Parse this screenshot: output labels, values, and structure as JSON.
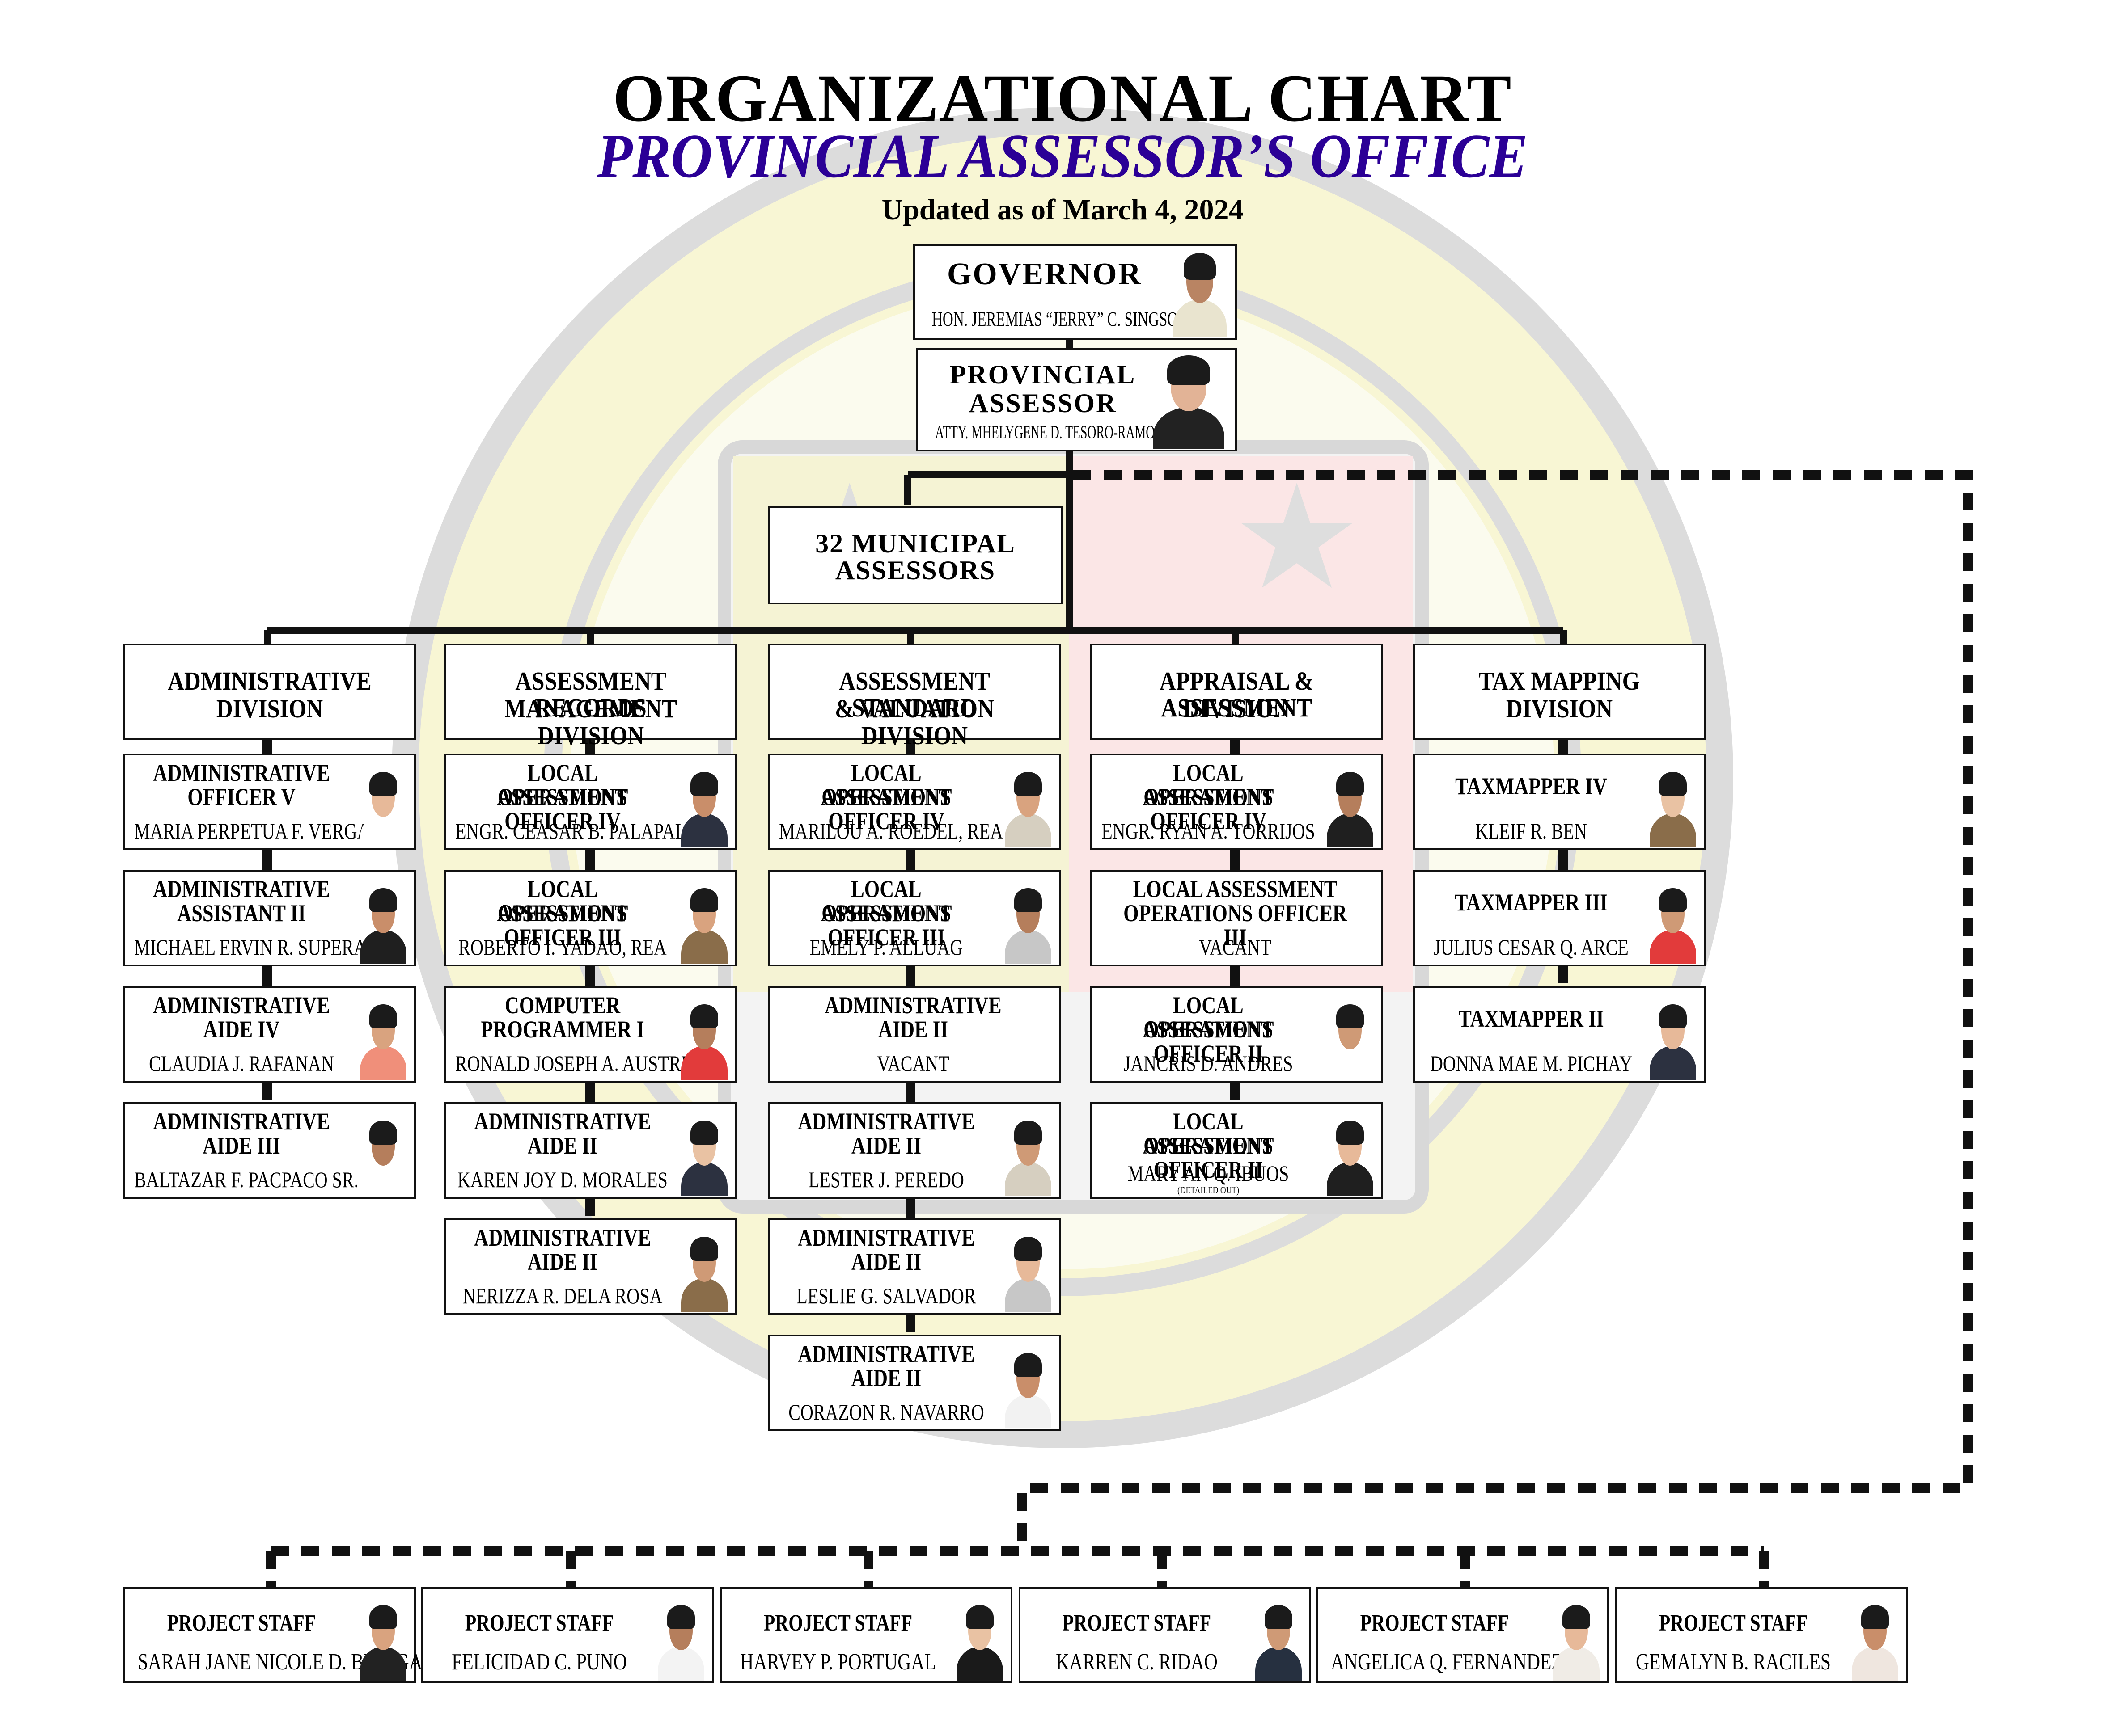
{
  "header": {
    "title": "ORGANIZATIONAL CHART",
    "subtitle": "PROVINCIAL ASSESSOR’S OFFICE",
    "updated": "Updated as of March 4, 2024"
  },
  "colors": {
    "subtitle": "#2b0096",
    "seal_yellow": "#f4f2c8",
    "seal_gray": "#d9d9d9"
  },
  "governor": {
    "title": "GOVERNOR",
    "name": "HON. JEREMIAS “JERRY” C. SINGSON"
  },
  "assessor": {
    "title_line1": "PROVINCIAL",
    "title_line2": "ASSESSOR",
    "name": "ATTY. MHELYGENE D. TESORO-RAMOS, REA"
  },
  "municipal": {
    "line1": "32 MUNICIPAL",
    "line2": "ASSESSORS"
  },
  "divisions": [
    {
      "line1": "ADMINISTRATIVE",
      "line2": "DIVISION",
      "staff": [
        {
          "t1": "ADMINISTRATIVE",
          "t2": "OFFICER V",
          "name": "MARIA PERPETUA F. VERGARA",
          "photo": true
        },
        {
          "t1": "ADMINISTRATIVE",
          "t2": "ASSISTANT II",
          "name": "MICHAEL ERVIN R. SUPERABLE",
          "photo": true
        },
        {
          "t1": "ADMINISTRATIVE",
          "t2": "AIDE IV",
          "name": "CLAUDIA J. RAFANAN",
          "photo": true
        },
        {
          "t1": "ADMINISTRATIVE",
          "t2": "AIDE III",
          "name": "BALTAZAR F. PACPACO SR.",
          "photo": true
        }
      ]
    },
    {
      "line1": "ASSESSMENT RECORDS",
      "line2": "MANAGEMENT DIVISION",
      "staff": [
        {
          "t1": "LOCAL ASSESSMENT",
          "t2": "OPERATIONS OFFICER IV",
          "name": "ENGR. CEASAR B. PALAPALA",
          "photo": true
        },
        {
          "t1": "LOCAL ASSESSMENT",
          "t2": "OPERATIONS OFFICER III",
          "name": "ROBERTO I. YADAO, REA",
          "photo": true
        },
        {
          "t1": "COMPUTER",
          "t2": "PROGRAMMER I",
          "name": "RONALD JOSEPH A. AUSTRIA",
          "photo": true
        },
        {
          "t1": "ADMINISTRATIVE",
          "t2": "AIDE II",
          "name": "KAREN JOY D. MORALES",
          "photo": true
        },
        {
          "t1": "ADMINISTRATIVE",
          "t2": "AIDE II",
          "name": "NERIZZA R. DELA ROSA",
          "photo": true
        }
      ]
    },
    {
      "line1": "ASSESSMENT STANDARD",
      "line2": "& VALUATION DIVISION",
      "staff": [
        {
          "t1": "LOCAL ASSESSMENT",
          "t2": "OPERATIONS OFFICER IV",
          "name": "MARILOU A. ROEDEL, REA",
          "photo": true
        },
        {
          "t1": "LOCAL ASSESSMENT",
          "t2": "OPERATIONS OFFICER III",
          "name": "EMELY P. ALLUAG",
          "photo": true
        },
        {
          "t1": "ADMINISTRATIVE",
          "t2": "AIDE II",
          "name": "VACANT",
          "photo": false
        },
        {
          "t1": "ADMINISTRATIVE",
          "t2": "AIDE II",
          "name": "LESTER J. PEREDO",
          "photo": true
        },
        {
          "t1": "ADMINISTRATIVE",
          "t2": "AIDE II",
          "name": "LESLIE G. SALVADOR",
          "photo": true
        },
        {
          "t1": "ADMINISTRATIVE",
          "t2": "AIDE II",
          "name": "CORAZON R. NAVARRO",
          "photo": true
        }
      ]
    },
    {
      "line1": "APPRAISAL & ASSESSMENT",
      "line2": "DIVISION",
      "staff": [
        {
          "t1": "LOCAL ASSESSMENT",
          "t2": "OPERATIONS OFFICER IV",
          "name": "ENGR. RYAN A. TORRIJOS",
          "photo": true
        },
        {
          "t1": "LOCAL ASSESSMENT",
          "t2": "OPERATIONS OFFICER III",
          "name": "VACANT",
          "photo": false
        },
        {
          "t1": "LOCAL ASSESSMENT",
          "t2": "OPERATIONS OFFICER II",
          "name": "JANCRIS D. ANDRES",
          "photo": true
        },
        {
          "t1": "LOCAL ASSESSMENT",
          "t2": "OPERATIONS OFFICER II",
          "name": "MARY AN Q. IBUOS",
          "photo": true,
          "note": "(DETAILED OUT)"
        }
      ]
    },
    {
      "line1": "TAX MAPPING",
      "line2": "DIVISION",
      "staff": [
        {
          "t1": "TAXMAPPER IV",
          "t2": "",
          "name": "KLEIF R. BEN",
          "photo": true
        },
        {
          "t1": "TAXMAPPER III",
          "t2": "",
          "name": "JULIUS CESAR Q. ARCE",
          "photo": true
        },
        {
          "t1": "TAXMAPPER II",
          "t2": "",
          "name": "DONNA MAE M. PICHAY",
          "photo": true
        }
      ]
    }
  ],
  "project_staff": [
    {
      "title": "PROJECT STAFF",
      "name": "SARAH JANE NICOLE D. BRINGAS"
    },
    {
      "title": "PROJECT STAFF",
      "name": "FELICIDAD C. PUNO"
    },
    {
      "title": "PROJECT STAFF",
      "name": "HARVEY P. PORTUGAL"
    },
    {
      "title": "PROJECT STAFF",
      "name": "KARREN C. RIDAO"
    },
    {
      "title": "PROJECT STAFF",
      "name": "ANGELICA Q. FERNANDEZ"
    },
    {
      "title": "PROJECT STAFF",
      "name": "GEMALYN B. RACILES"
    }
  ]
}
